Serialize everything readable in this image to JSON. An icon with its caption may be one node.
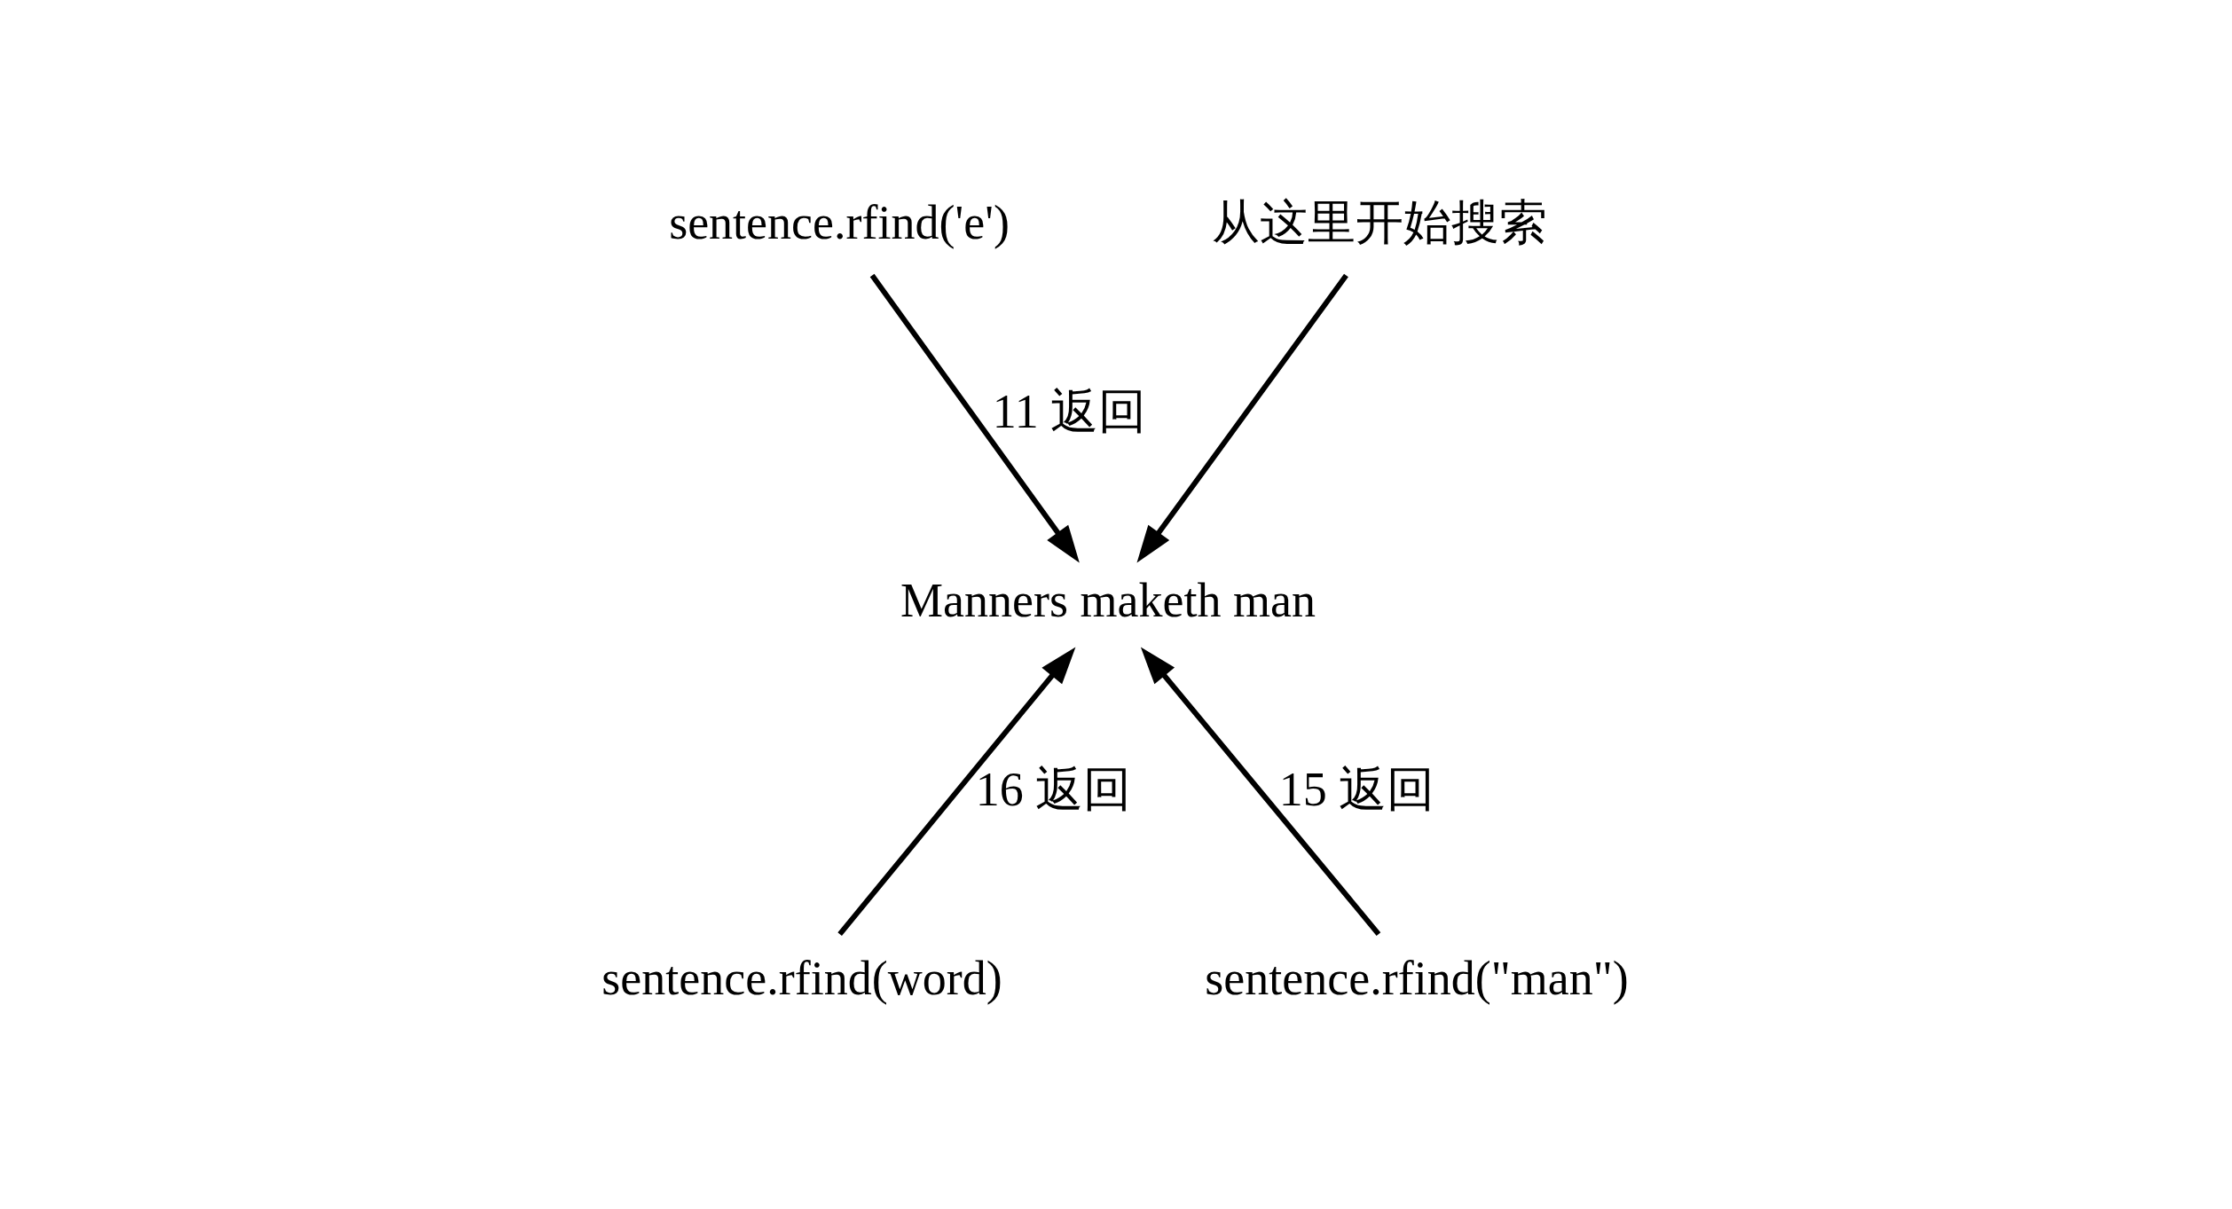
{
  "diagram": {
    "nodes": [
      {
        "text": [
          "sentence.rfind('e')"
        ]
      },
      {
        "text": [
          "从这里开始搜索"
        ]
      },
      {
        "text": [
          "Manners maketh man"
        ]
      },
      {
        "text": [
          "sentence.rfind(word)"
        ]
      },
      {
        "text": [
          "sentence.rfind(\"man\")"
        ]
      }
    ],
    "edges": [
      {
        "from": 0,
        "to": 2,
        "arrow": "to",
        "label": "11 返回"
      },
      {
        "from": 1,
        "to": 2,
        "arrow": "to"
      },
      {
        "from": 3,
        "to": 2,
        "arrow": "to",
        "label": "16 返回"
      },
      {
        "from": 4,
        "to": 2,
        "arrow": "to",
        "label": "15 返回"
      }
    ]
  }
}
